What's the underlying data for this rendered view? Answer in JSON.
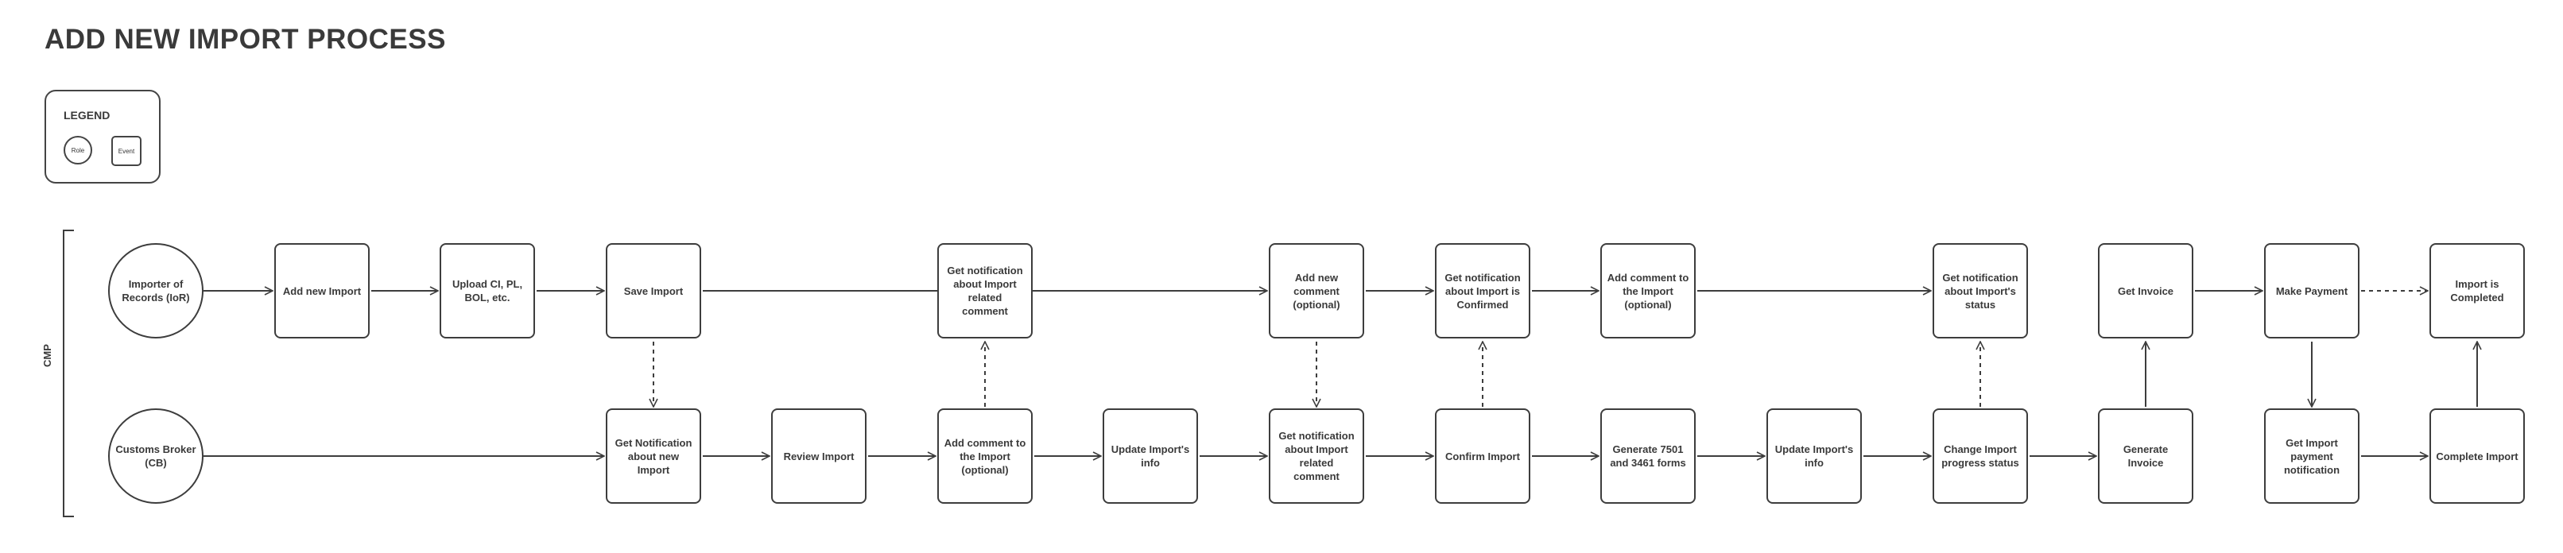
{
  "title": "ADD NEW IMPORT PROCESS",
  "legend": {
    "title": "LEGEND",
    "role_label": "Role",
    "event_label": "Event"
  },
  "group_label": "CMP",
  "nodes": {
    "ior": "Importer of Records (IoR)",
    "cb": "Customs Broker (CB)",
    "add_new_import": "Add new Import",
    "upload_docs": "Upload CI, PL, BOL, etc.",
    "save_import": "Save Import",
    "get_notif_comment_top": "Get notification about Import related comment",
    "add_new_comment_optional": "Add new comment (optional)",
    "get_notif_confirmed": "Get notification about Import is Confirmed",
    "add_comment_top": "Add comment to the Import (optional)",
    "get_notif_status": "Get notification about Import's status",
    "get_invoice": "Get Invoice",
    "make_payment": "Make Payment",
    "import_completed": "Import is Completed",
    "get_notif_new_import": "Get Notification about new Import",
    "review_import": "Review Import",
    "add_comment_bottom": "Add comment to the Import (optional)",
    "update_info_1": "Update Import's info",
    "get_notif_comment_bottom": "Get notification about Import related comment",
    "confirm_import": "Confirm Import",
    "generate_forms": "Generate 7501 and 3461 forms",
    "update_info_2": "Update Import's info",
    "change_status": "Change Import progress status",
    "generate_invoice": "Generate Invoice",
    "get_payment_notif": "Get Import payment notification",
    "complete_import": "Complete Import"
  }
}
